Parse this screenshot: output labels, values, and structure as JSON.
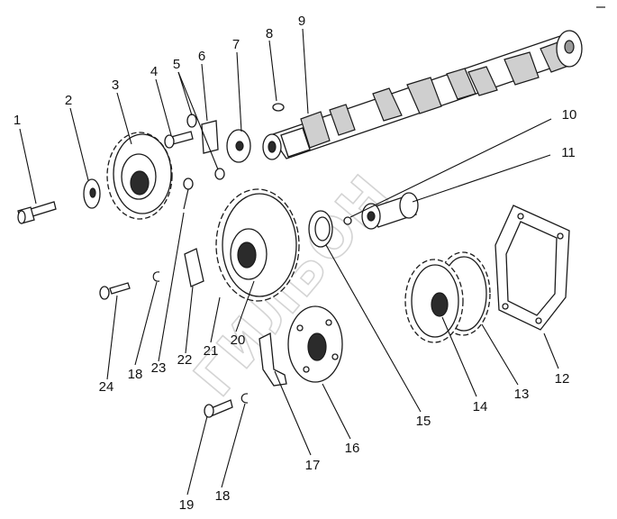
{
  "callouts": [
    {
      "id": 1,
      "label": "1"
    },
    {
      "id": 2,
      "label": "2"
    },
    {
      "id": 3,
      "label": "3"
    },
    {
      "id": 4,
      "label": "4"
    },
    {
      "id": 5,
      "label": "5"
    },
    {
      "id": 6,
      "label": "6"
    },
    {
      "id": 7,
      "label": "7"
    },
    {
      "id": 8,
      "label": "8"
    },
    {
      "id": 9,
      "label": "9"
    },
    {
      "id": 10,
      "label": "10"
    },
    {
      "id": 11,
      "label": "11"
    },
    {
      "id": 12,
      "label": "12"
    },
    {
      "id": 13,
      "label": "13"
    },
    {
      "id": 14,
      "label": "14"
    },
    {
      "id": 15,
      "label": "15"
    },
    {
      "id": 16,
      "label": "16"
    },
    {
      "id": 17,
      "label": "17"
    },
    {
      "id": 18,
      "label": "18"
    },
    {
      "id": 19,
      "label": "19"
    },
    {
      "id": 20,
      "label": "20"
    },
    {
      "id": 21,
      "label": "21"
    },
    {
      "id": 22,
      "label": "22"
    },
    {
      "id": 23,
      "label": "23"
    },
    {
      "id": 24,
      "label": "24"
    },
    {
      "id": 25,
      "label": "18"
    }
  ],
  "watermark": {
    "text": "ГИЛЬОН"
  }
}
